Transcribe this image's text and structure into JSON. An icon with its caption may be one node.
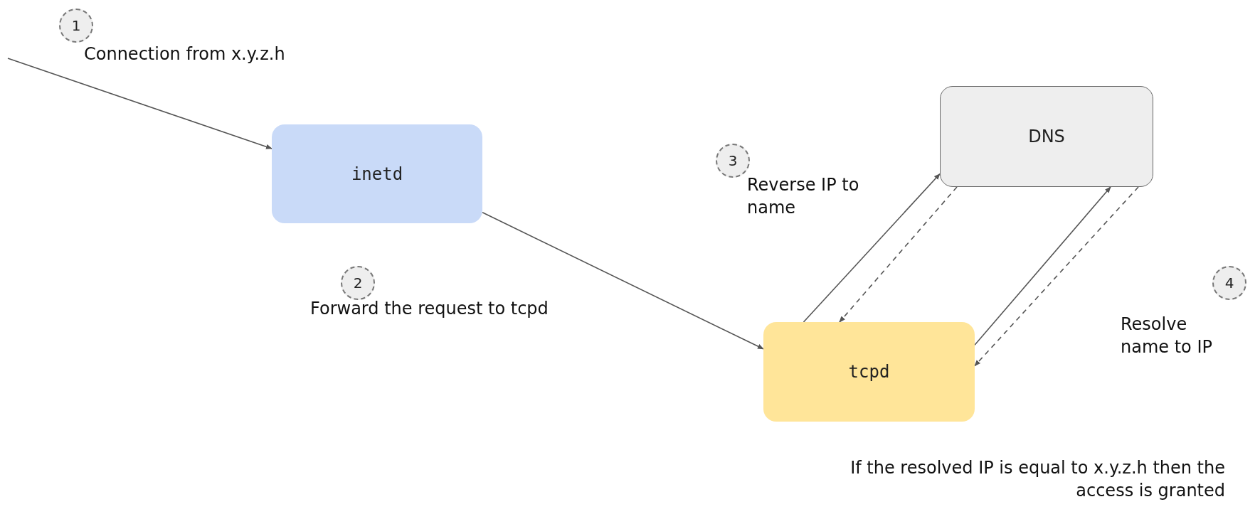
{
  "diagram": {
    "nodes": [
      {
        "text": [
          "inetd"
        ]
      },
      {
        "text": [
          "DNS"
        ]
      },
      {
        "text": [
          "tcpd"
        ]
      }
    ],
    "edges": [
      {
        "from": null,
        "to": 0,
        "arrow": "to"
      },
      {
        "from": 0,
        "to": 2,
        "arrow": "to"
      },
      {
        "from": 2,
        "to": 1,
        "arrow": "to"
      },
      {
        "from": 1,
        "to": 2,
        "arrow": "to",
        "style": "dashed"
      },
      {
        "from": 2,
        "to": 1,
        "arrow": "to"
      },
      {
        "from": 1,
        "to": 2,
        "arrow": "to",
        "style": "dashed"
      }
    ],
    "labels": [
      "1",
      "Connection from x.y.z.h",
      "3",
      "Reverse IP to name",
      "2",
      "Forward the request to tcpd",
      "4",
      "Resolve name to IP",
      "If the resolved IP is equal to x.y.z.h then the access is granted"
    ]
  }
}
